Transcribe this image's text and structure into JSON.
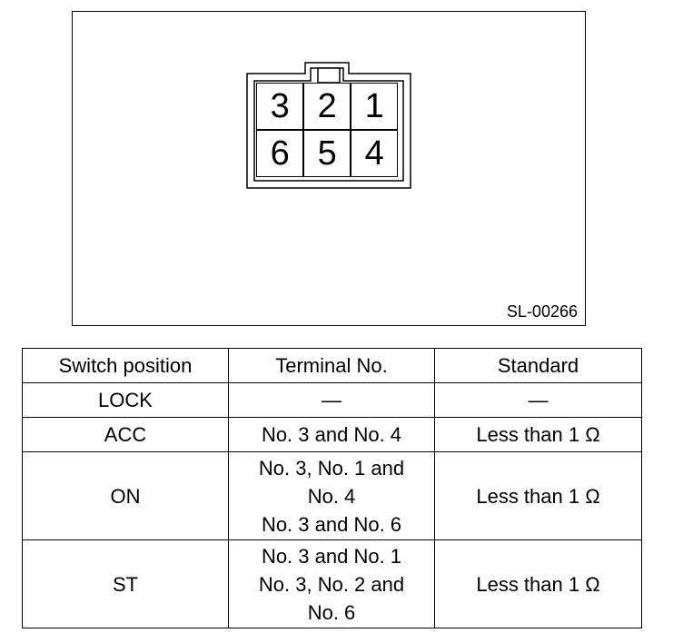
{
  "figure": {
    "code": "SL-00266",
    "pins": [
      "3",
      "2",
      "1",
      "6",
      "5",
      "4"
    ]
  },
  "table": {
    "headers": [
      "Switch position",
      "Terminal No.",
      "Standard"
    ],
    "rows": [
      {
        "position": "LOCK",
        "terminal": [
          "—"
        ],
        "standard": "—"
      },
      {
        "position": "ACC",
        "terminal": [
          "No. 3 and No. 4"
        ],
        "standard": "Less than 1 Ω"
      },
      {
        "position": "ON",
        "terminal": [
          "No. 3, No. 1 and",
          "No. 4",
          "No. 3 and No. 6"
        ],
        "standard": "Less than 1 Ω"
      },
      {
        "position": "ST",
        "terminal": [
          "No. 3 and No. 1",
          "No. 3, No. 2 and",
          "No. 6"
        ],
        "standard": "Less than 1 Ω"
      }
    ]
  }
}
